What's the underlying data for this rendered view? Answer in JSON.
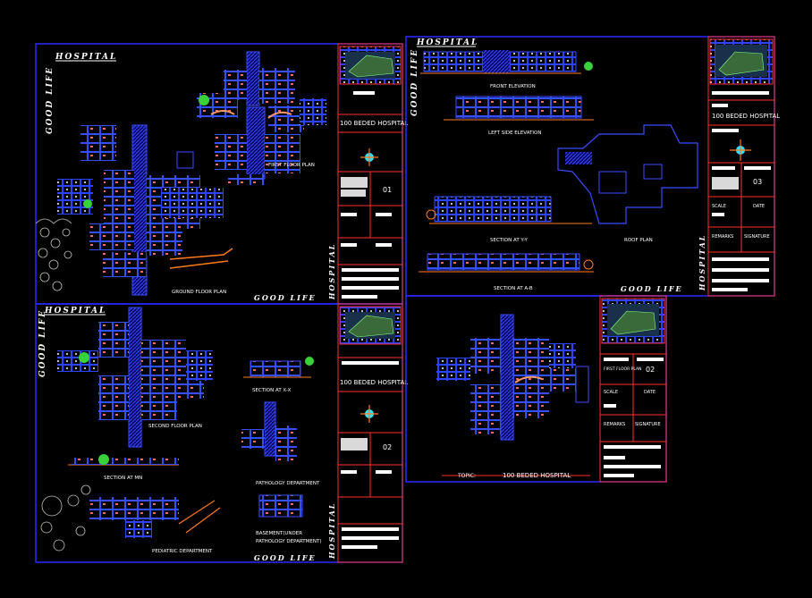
{
  "sheet1": {
    "hospital": "HOSPITAL",
    "good_life": "GOOD LIFE",
    "first_floor": "FIRST FLOOR PLAN",
    "ground_floor": "GROUND FLOOR PLAN",
    "title": "100 BEDED HOSPITAL",
    "sheet_no": "01"
  },
  "sheet2": {
    "hospital": "HOSPITAL",
    "good_life": "GOOD LIFE",
    "second_floor": "SECOND FLOOR PLAN",
    "section_xx": "SECTION AT X-X",
    "section_mn": "SECTION AT MN",
    "pathology": "PATHOLOGY DEPARTMENT",
    "basement": "BASEMENT(UNDER",
    "basement2": "PATHOLOGY DEPARTMENT)",
    "pediatric": "PEDIATRIC DEPARTMENT",
    "title": "100 BEDED HOSPITAL",
    "sheet_no": "02"
  },
  "sheet3": {
    "hospital": "HOSPITAL",
    "good_life": "GOOD LIFE",
    "front_elev": "FRONT ELEVATION",
    "left_elev": "LEFT SIDE ELEVATION",
    "section_yy": "SECTION AT Y-Y",
    "roof_plan": "ROOF PLAN",
    "section_ab": "SECTION AT A-B",
    "title": "100 BEDED HOSPITAL",
    "sheet_no": "03",
    "date_label": "DATE",
    "scale_label": "SCALE",
    "remarks": "REMARKS",
    "signature": "SIGNATURE"
  },
  "sheet4": {
    "topic": "TOPIC:",
    "title": "100 BEDED HOSPITAL",
    "sheet_no": "02",
    "scale_label": "SCALE",
    "date_label": "DATE",
    "remarks": "REMARKS",
    "signature": "SIGNATURE",
    "plan": "FIRST FLOOR PLAN"
  },
  "colors": {
    "frame": "#2a2aff",
    "accent": "#ff3030",
    "orange": "#ff7a1a",
    "green": "#39d13a",
    "magenta": "#ff50ff",
    "cyan": "#30e0ff"
  }
}
